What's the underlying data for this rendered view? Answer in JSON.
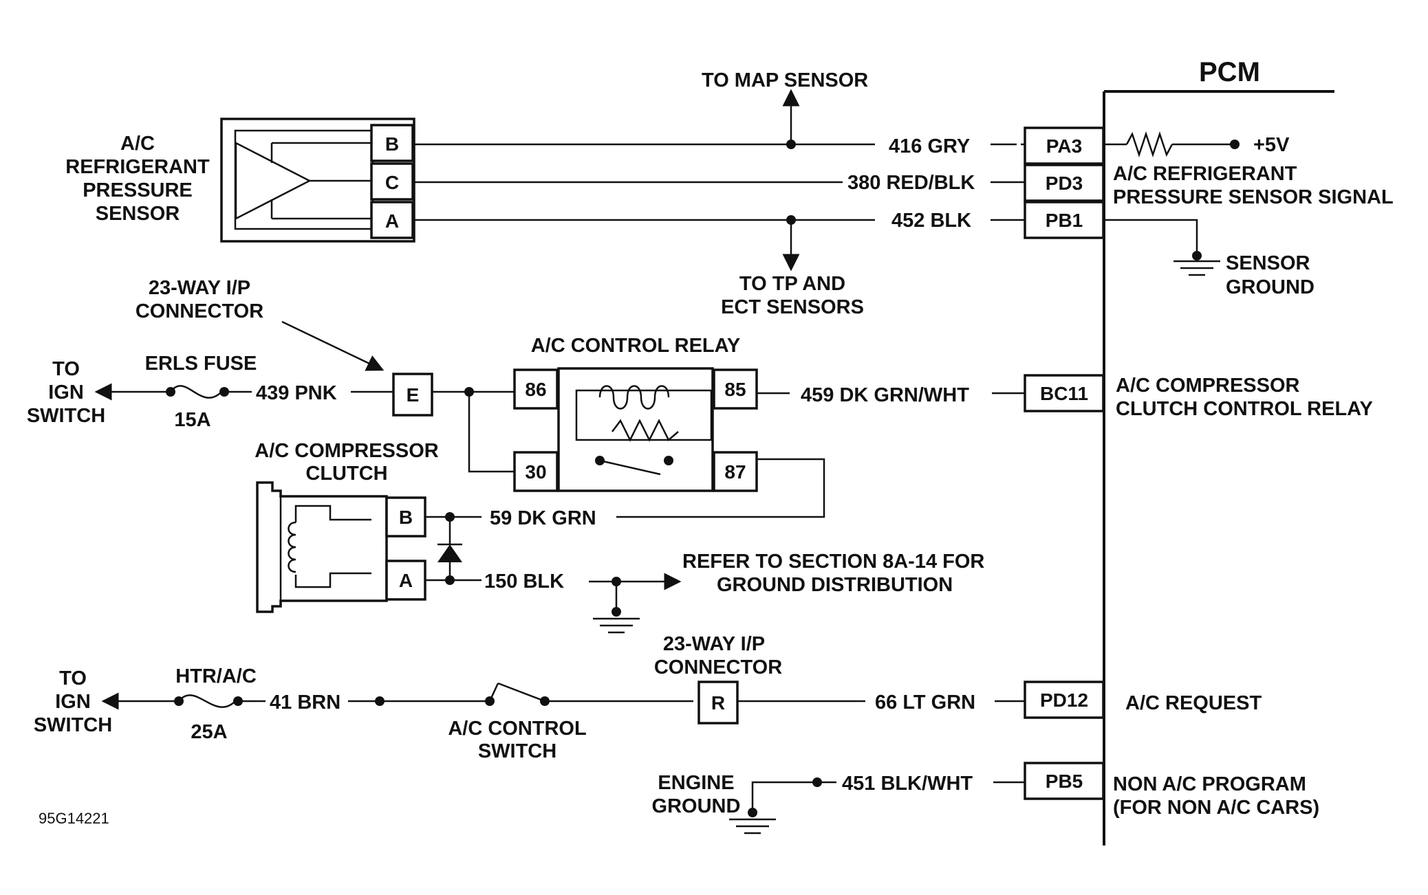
{
  "pcm": {
    "title": "PCM"
  },
  "sensor": {
    "label": [
      "A/C",
      "REFRIGERANT",
      "PRESSURE",
      "SENSOR"
    ],
    "pins": [
      "B",
      "C",
      "A"
    ]
  },
  "pcm_pins": [
    "PA3",
    "PD3",
    "PB1",
    "BC11",
    "PD12",
    "PB5"
  ],
  "wires": {
    "gry": "416 GRY",
    "redblk": "380 RED/BLK",
    "blk452": "452 BLK",
    "pnk": "439 PNK",
    "dkgrnwht": "459 DK GRN/WHT",
    "dkgrn": "59 DK GRN",
    "blk150": "150 BLK",
    "brn": "41 BRN",
    "ltgrn": "66 LT GRN",
    "blkwht": "451 BLK/WHT"
  },
  "refs": {
    "map": "TO MAP SENSOR",
    "tp": [
      "TO TP AND",
      "ECT SENSORS"
    ],
    "plus5v": "+5V",
    "signal": [
      "A/C REFRIGERANT",
      "PRESSURE SENSOR SIGNAL"
    ],
    "sensor_ground": [
      "SENSOR",
      "GROUND"
    ],
    "ip_conn_e": [
      "23-WAY I/P",
      "CONNECTOR"
    ],
    "ign1": [
      "TO",
      "IGN",
      "SWITCH"
    ],
    "erls": "ERLS FUSE",
    "erls_amp": "15A",
    "conn_e": "E",
    "relay_title": "A/C CONTROL RELAY",
    "relay_pins": [
      "86",
      "85",
      "30",
      "87"
    ],
    "comp_clutch_relay": [
      "A/C COMPRESSOR",
      "CLUTCH CONTROL RELAY"
    ],
    "clutch": [
      "A/C COMPRESSOR",
      "CLUTCH"
    ],
    "clutch_pins": [
      "B",
      "A"
    ],
    "ground_ref": [
      "REFER TO SECTION 8A-14 FOR",
      "GROUND DISTRIBUTION"
    ],
    "ign2": [
      "TO",
      "IGN",
      "SWITCH"
    ],
    "htr": "HTR/A/C",
    "htr_amp": "25A",
    "control_switch": [
      "A/C CONTROL",
      "SWITCH"
    ],
    "ip_conn_r": [
      "23-WAY I/P",
      "CONNECTOR"
    ],
    "conn_r": "R",
    "ac_request": "A/C REQUEST",
    "engine_ground": [
      "ENGINE",
      "GROUND"
    ],
    "non_ac": [
      "NON A/C PROGRAM",
      "(FOR NON A/C CARS)"
    ],
    "fig": "95G14221"
  }
}
